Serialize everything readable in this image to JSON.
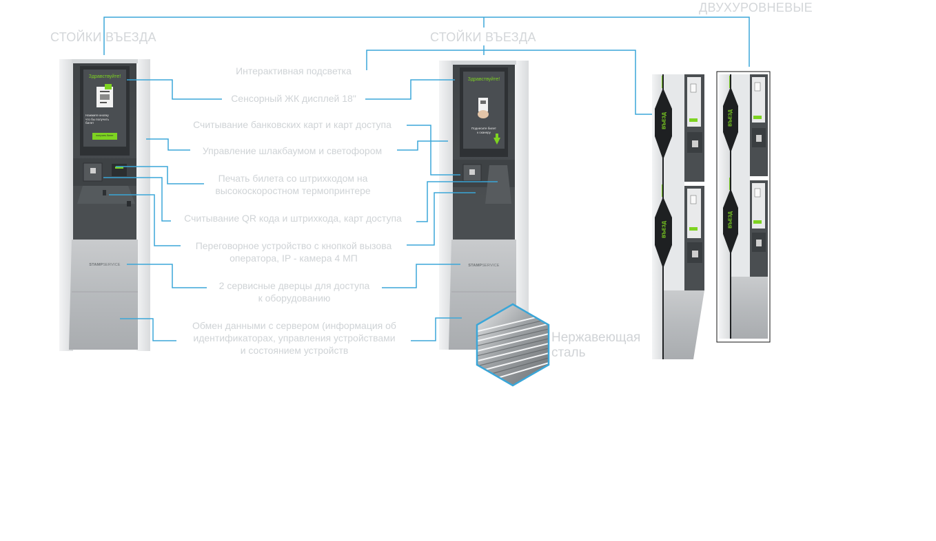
{
  "headings": {
    "left": "СТОЙКИ ВЪЕЗДА",
    "middle": "СТОЙКИ ВЪЕЗДА",
    "right": "ДВУХУРОВНЕВЫЕ"
  },
  "features": {
    "backlight": "Интерактивная подсветка",
    "display": "Сенсорный ЖК дисплей 18\"",
    "card_reader": "Считывание банковских карт  и карт доступа",
    "barrier_control": "Управление шлакбаумом и светофором",
    "ticket_print_1": "Печать билета со штрихкодом на",
    "ticket_print_2": "высокоскоростном термопринтере",
    "qr_reader": "Считывание QR кода и штрихкода, карт доступа",
    "intercom_1": "Переговорное устройство с кнопкой вызова",
    "intercom_2": "оператора, IP - камера 4 МП",
    "service_doors_1": "2 сервисные дверцы для доступа",
    "service_doors_2": "к оборудованию",
    "data_exchange_1": "Обмен данными с сервером (информация об",
    "data_exchange_2": "идентификаторах, управления устройствами",
    "data_exchange_3": "и состоянием устройств"
  },
  "kiosk_left": {
    "greeting": "Здравствуйте!",
    "prompt_1": "Нажмите кнопку",
    "prompt_2": "что бы получить",
    "prompt_3": "билет",
    "button": "получить билет",
    "brand_1": "STAMP",
    "brand_2": "SERVICE"
  },
  "kiosk_middle": {
    "greeting": "Здравствуйте!",
    "prompt_1": "Поднесите билет",
    "prompt_2": "к сканеру",
    "brand_1": "STAMP",
    "brand_2": "SERVICE"
  },
  "kiosk_double": {
    "side_label": "ВЪЕЗД"
  },
  "steel": {
    "line1": "Нержавеющая",
    "line2": "сталь"
  },
  "colors": {
    "connector": "#3aa6d8",
    "accent_green": "#7ed321",
    "screen_bg": "#4a4e52",
    "body_dark": "#45494c",
    "body_light": "#e9ebec",
    "steel": "#b9bcbf"
  }
}
